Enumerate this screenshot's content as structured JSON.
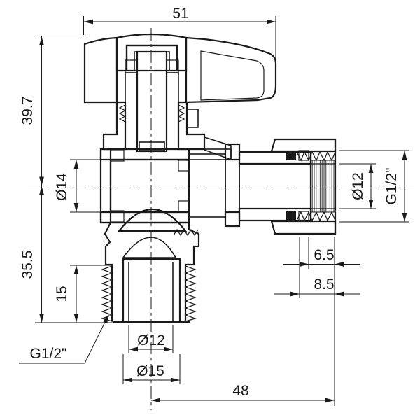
{
  "drawing": {
    "subject": "Angle valve cross-section technical drawing",
    "units": "mm",
    "background": "#ffffff",
    "line_color": "#1a1a1a",
    "dims": {
      "handle_width": "51",
      "height_top": "39.7",
      "body_bore": "Ø14",
      "height_bottom": "35.5",
      "inlet_thread_length": "15",
      "inlet_thread": "G1/2\"",
      "inlet_bore": "Ø12",
      "inlet_tube_od": "Ø15",
      "outlet_reach": "48",
      "nut_offset_inner": "6.5",
      "nut_offset_outer": "8.5",
      "outlet_bore": "Ø12",
      "outlet_thread": "G1/2\""
    }
  }
}
